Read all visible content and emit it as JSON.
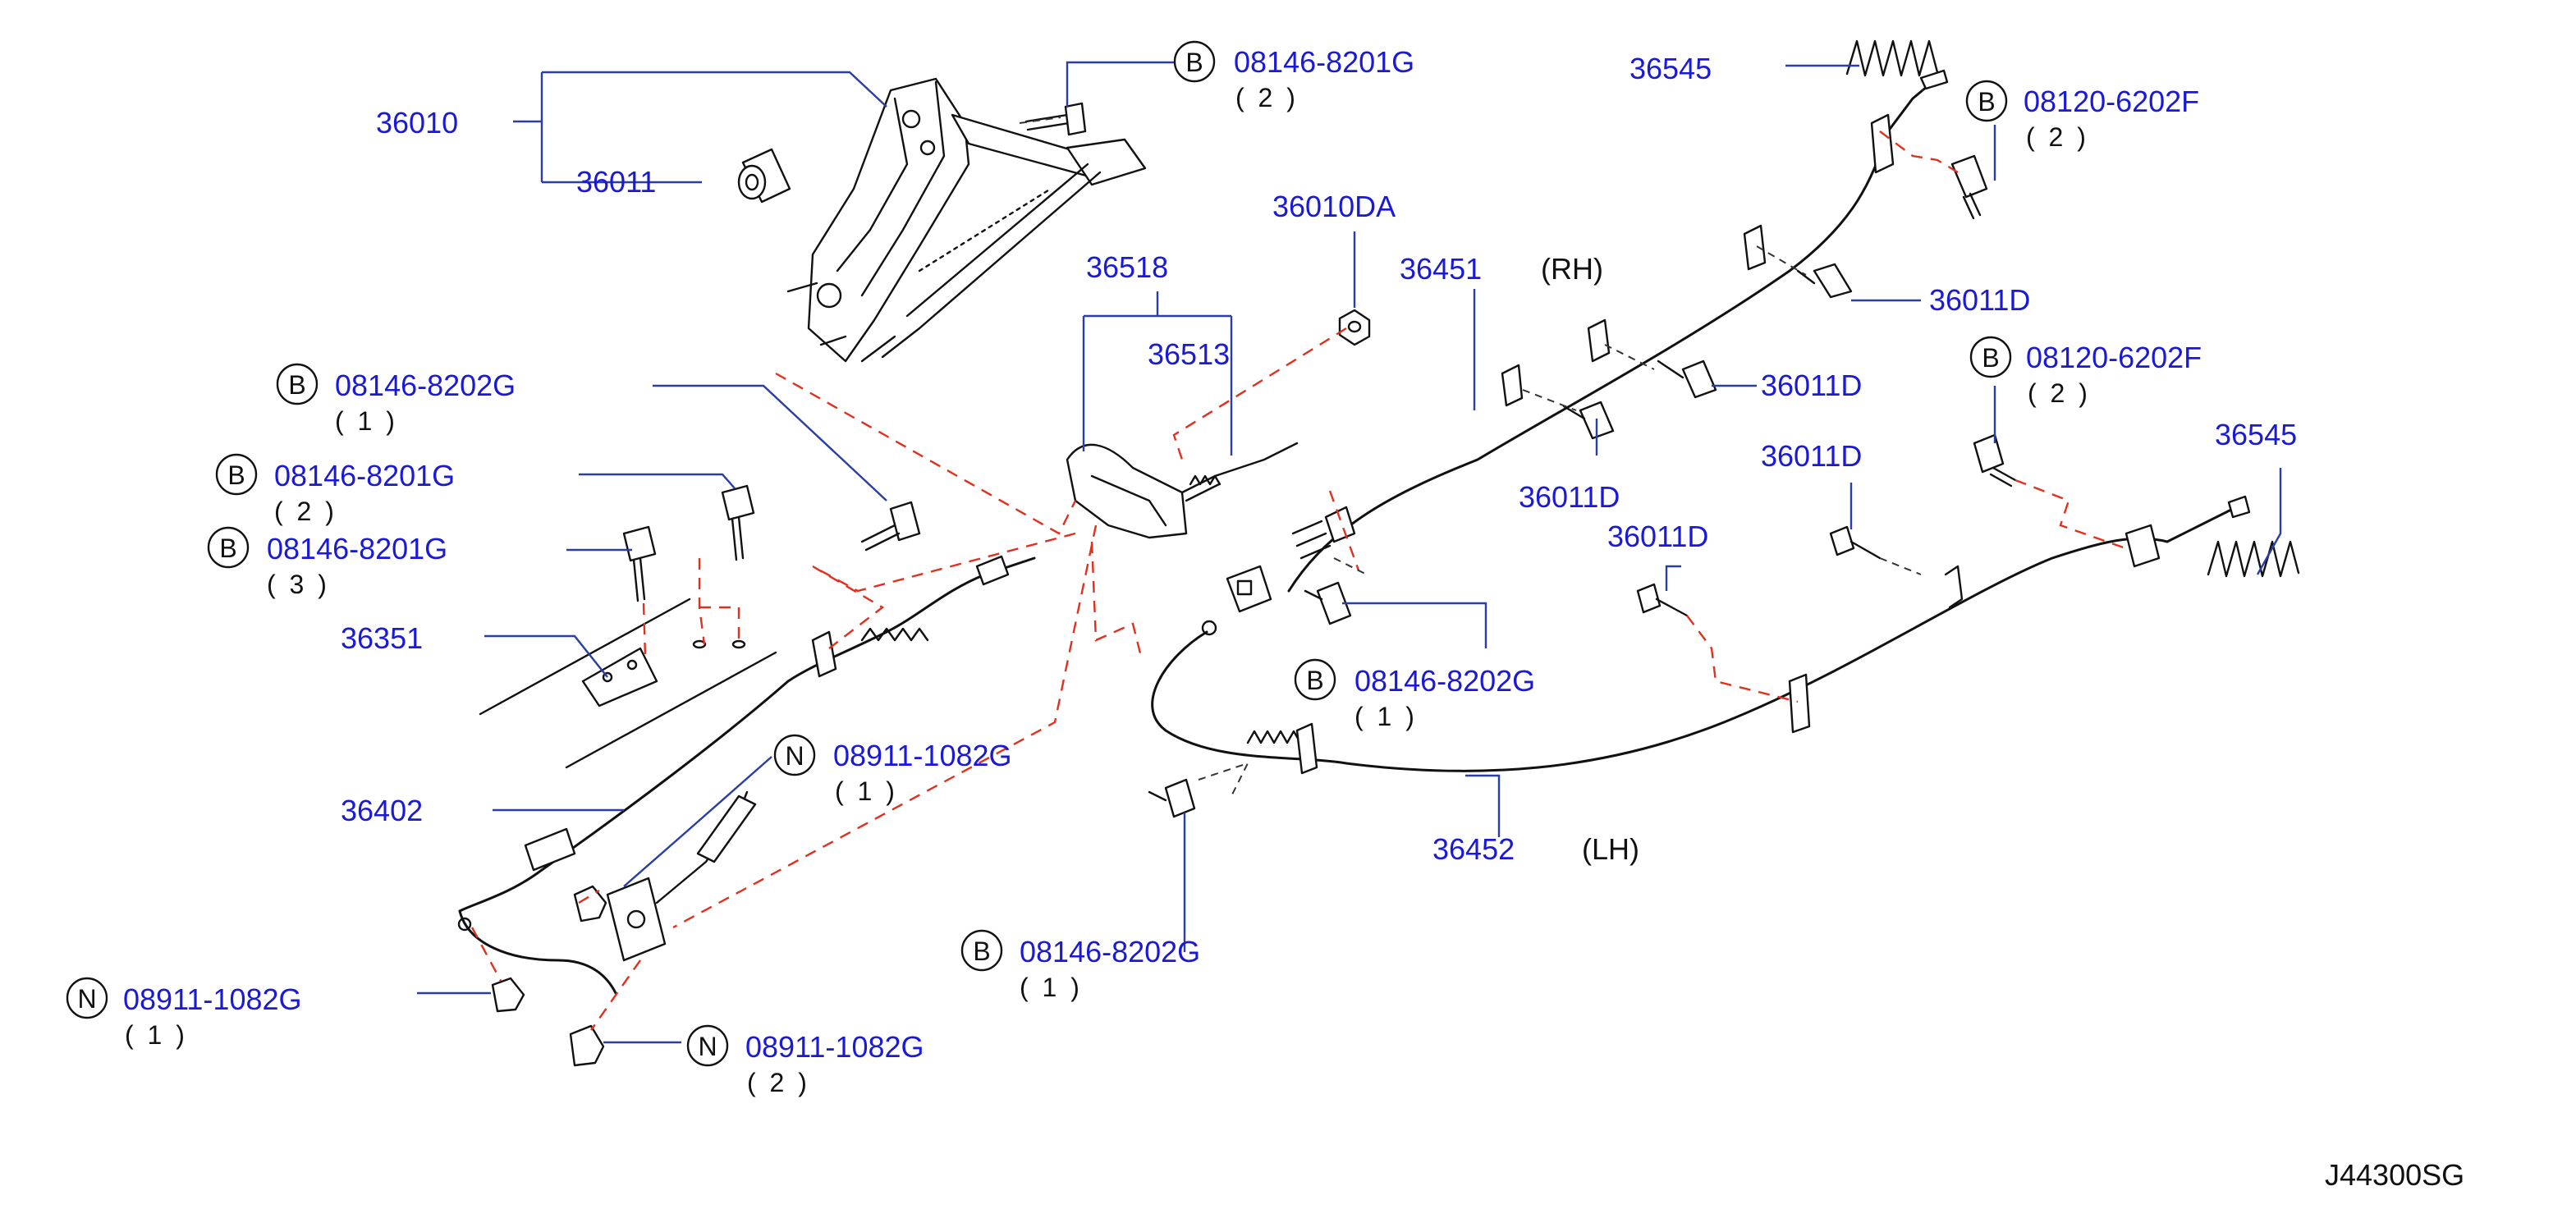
{
  "diagram_code": "J44300SG",
  "callouts": [
    {
      "number": "36010"
    },
    {
      "number": "36011"
    },
    {
      "marker": "B",
      "number": "08146-8201G",
      "qty": "( 2 )"
    },
    {
      "number": "36545"
    },
    {
      "marker": "B",
      "number": "08120-6202F",
      "qty": "( 2 )"
    },
    {
      "number": "36010DA"
    },
    {
      "number": "36518"
    },
    {
      "number": "36513"
    },
    {
      "number": "36451",
      "side": "(RH)"
    },
    {
      "number": "36011D"
    },
    {
      "marker": "B",
      "number": "08146-8202G",
      "qty": "( 1 )"
    },
    {
      "marker": "B",
      "number": "08146-8201G",
      "qty": "( 2 )"
    },
    {
      "marker": "B",
      "number": "08146-8201G",
      "qty": "( 3 )"
    },
    {
      "number": "36011D"
    },
    {
      "number": "36011D"
    },
    {
      "marker": "B",
      "number": "08120-6202F",
      "qty": "( 2 )"
    },
    {
      "number": "36011D"
    },
    {
      "number": "36545"
    },
    {
      "number": "36011D"
    },
    {
      "number": "36351"
    },
    {
      "marker": "B",
      "number": "08146-8202G",
      "qty": "( 1 )"
    },
    {
      "marker": "N",
      "number": "08911-1082G",
      "qty": "( 1 )"
    },
    {
      "number": "36402"
    },
    {
      "number": "36452",
      "side": "(LH)"
    },
    {
      "marker": "B",
      "number": "08146-8202G",
      "qty": "( 1 )"
    },
    {
      "marker": "N",
      "number": "08911-1082G",
      "qty": "( 1 )"
    },
    {
      "marker": "N",
      "number": "08911-1082G",
      "qty": "( 2 )"
    }
  ]
}
